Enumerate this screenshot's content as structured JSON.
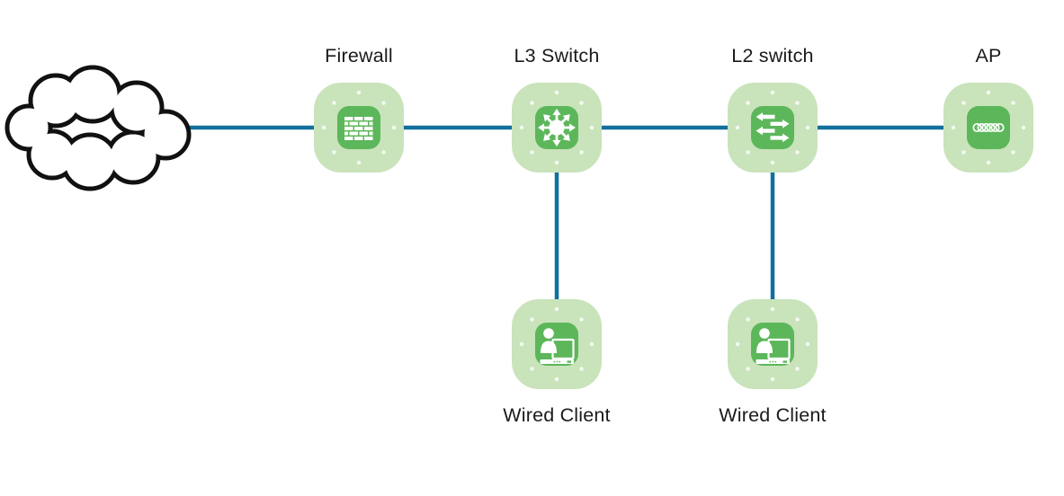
{
  "diagram": {
    "type": "network-topology",
    "nodes": [
      {
        "id": "internet",
        "label": "",
        "icon": "cloud-icon"
      },
      {
        "id": "firewall",
        "label": "Firewall",
        "icon": "firewall-brick-icon"
      },
      {
        "id": "l3-switch",
        "label": "L3 Switch",
        "icon": "l3-switch-arrows-icon"
      },
      {
        "id": "l2-switch",
        "label": "L2 switch",
        "icon": "l2-switch-arrows-icon"
      },
      {
        "id": "ap",
        "label": "AP",
        "icon": "access-point-coil-icon"
      },
      {
        "id": "wired-client-1",
        "label": "Wired Client",
        "icon": "person-laptop-icon"
      },
      {
        "id": "wired-client-2",
        "label": "Wired Client",
        "icon": "person-laptop-icon"
      }
    ],
    "edges": [
      {
        "from": "internet",
        "to": "firewall"
      },
      {
        "from": "firewall",
        "to": "l3-switch"
      },
      {
        "from": "l3-switch",
        "to": "l2-switch"
      },
      {
        "from": "l2-switch",
        "to": "ap"
      },
      {
        "from": "l3-switch",
        "to": "wired-client-1"
      },
      {
        "from": "l2-switch",
        "to": "wired-client-2"
      }
    ],
    "colors": {
      "node_bg": "#c9e3bb",
      "icon_bg": "#5cb75a",
      "edge": "#136f9d",
      "label_text": "#1a1a1a",
      "cloud_outline": "#111111",
      "cloud_fill": "#ffffff"
    }
  }
}
